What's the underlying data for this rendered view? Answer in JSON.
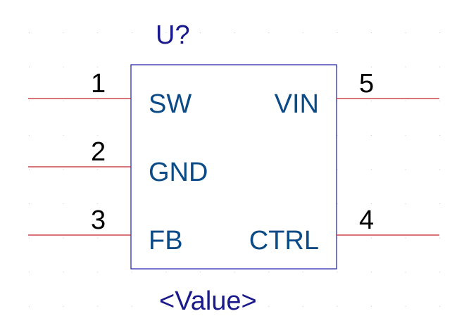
{
  "symbol": {
    "designator": "U?",
    "value": "<Value>"
  },
  "pins": [
    {
      "number": "1",
      "name": "SW",
      "side": "left"
    },
    {
      "number": "2",
      "name": "GND",
      "side": "left"
    },
    {
      "number": "3",
      "name": "FB",
      "side": "left"
    },
    {
      "number": "5",
      "name": "VIN",
      "side": "right"
    },
    {
      "number": "4",
      "name": "CTRL",
      "side": "right"
    }
  ],
  "colors": {
    "pin_line": "#c0202a",
    "body_outline": "#1a1aa8",
    "pin_name": "#0a4a86",
    "pin_number": "#000000",
    "designator": "#1a1a8c",
    "grid_dot": "#c8c8c8"
  }
}
